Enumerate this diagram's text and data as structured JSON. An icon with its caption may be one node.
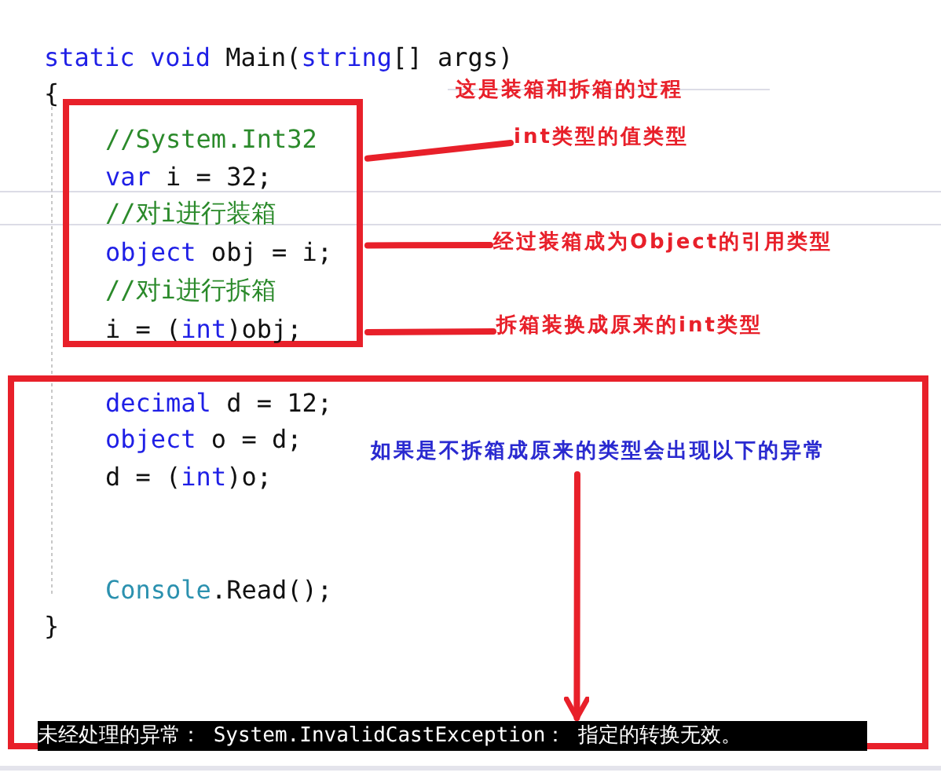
{
  "diagram": {
    "nodes": [
      {
        "text": [
          "//System.Int32",
          "var i = 32;",
          "//对i进行装箱",
          "object obj = i;",
          "//对i进行拆箱",
          "i = (int)obj;"
        ]
      },
      {
        "text": [
          "int类型的值类型"
        ]
      },
      {
        "text": [
          "经过装箱成为Object的引用类型"
        ]
      },
      {
        "text": [
          "拆箱装换成原来的int类型"
        ]
      },
      {
        "text": [
          "decimal d = 12;",
          "object o = d;",
          "d = (int)o;",
          "Console.Read();",
          "}"
        ]
      },
      {
        "text": [
          "如果是不拆箱成原来的类型会出现以下的异常"
        ],
        "in": 4
      },
      {
        "text": [
          "未经处理的异常： System.InvalidCastException： 指定的转换无效。"
        ],
        "in": 4
      }
    ],
    "edges": [
      {
        "from": 0,
        "to": 1,
        "arrow": "none"
      },
      {
        "from": 0,
        "to": 2,
        "arrow": "none"
      },
      {
        "from": 0,
        "to": 3,
        "arrow": "none"
      },
      {
        "from": 5,
        "to": 6,
        "arrow": "to"
      }
    ],
    "labels": [
      "static void Main(string[] args)",
      "{",
      "这是装箱和拆箱的过程"
    ]
  }
}
